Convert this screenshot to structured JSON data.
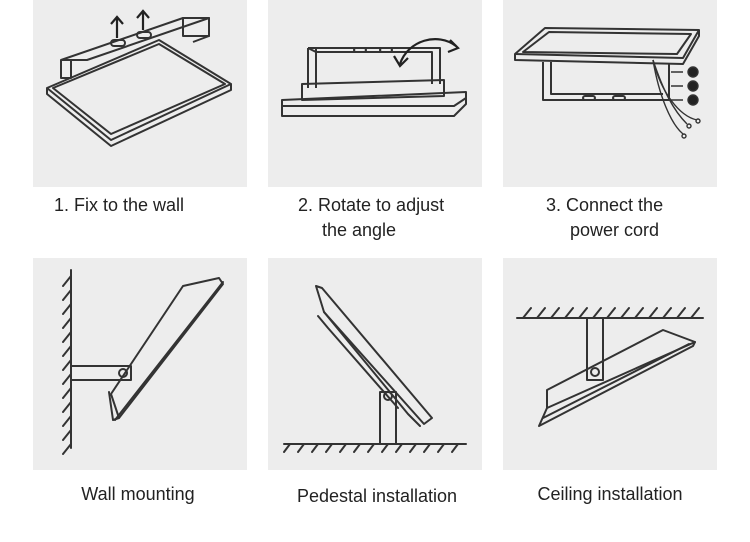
{
  "steps": [
    {
      "label_line1": "1. Fix to the wall",
      "label_line2": ""
    },
    {
      "label_line1": "2. Rotate to adjust",
      "label_line2": "the angle"
    },
    {
      "label_line1": "3. Connect the",
      "label_line2": "power cord"
    }
  ],
  "installations": [
    {
      "label": "Wall mounting"
    },
    {
      "label": "Pedestal installation"
    },
    {
      "label": "Ceiling installation"
    }
  ],
  "icons": [
    "arrow-up-icon",
    "rotate-arrow-icon",
    "wire-icon"
  ],
  "colors": {
    "panel_bg": "#ededed",
    "line": "#333333"
  }
}
